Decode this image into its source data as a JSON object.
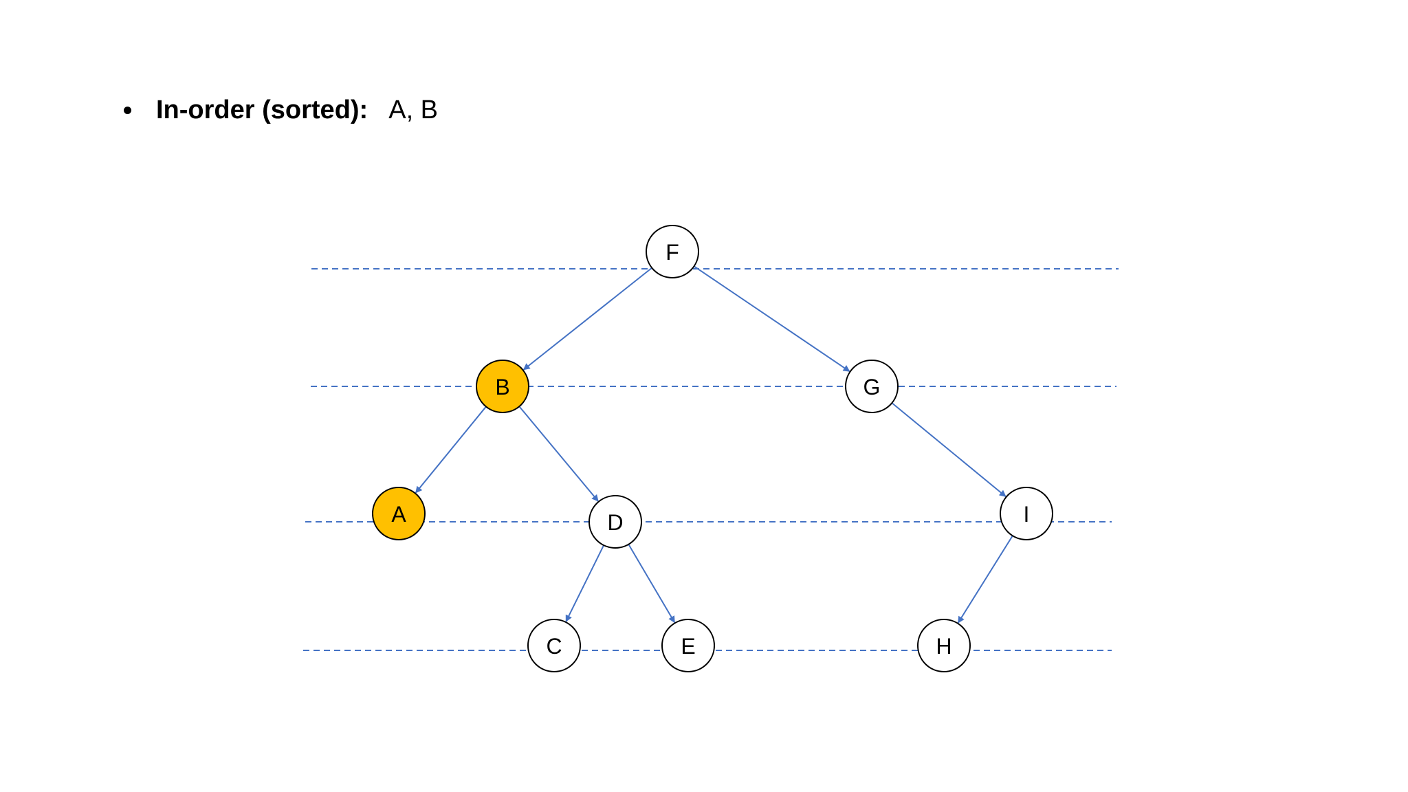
{
  "heading": {
    "label": "In-order (sorted):",
    "value": "A, B"
  },
  "colors": {
    "edge": "#4472C4",
    "guide": "#4472C4",
    "highlight": "#FFC000",
    "node_fill": "#FFFFFF",
    "node_stroke": "#000000"
  },
  "tree": {
    "nodes": [
      {
        "id": "F",
        "label": "F",
        "highlighted": false
      },
      {
        "id": "B",
        "label": "B",
        "highlighted": true
      },
      {
        "id": "G",
        "label": "G",
        "highlighted": false
      },
      {
        "id": "A",
        "label": "A",
        "highlighted": true
      },
      {
        "id": "D",
        "label": "D",
        "highlighted": false
      },
      {
        "id": "I",
        "label": "I",
        "highlighted": false
      },
      {
        "id": "C",
        "label": "C",
        "highlighted": false
      },
      {
        "id": "E",
        "label": "E",
        "highlighted": false
      },
      {
        "id": "H",
        "label": "H",
        "highlighted": false
      }
    ],
    "edges": [
      {
        "from": "F",
        "to": "B"
      },
      {
        "from": "F",
        "to": "G"
      },
      {
        "from": "B",
        "to": "A"
      },
      {
        "from": "B",
        "to": "D"
      },
      {
        "from": "G",
        "to": "I"
      },
      {
        "from": "D",
        "to": "C"
      },
      {
        "from": "D",
        "to": "E"
      },
      {
        "from": "I",
        "to": "H"
      }
    ]
  }
}
